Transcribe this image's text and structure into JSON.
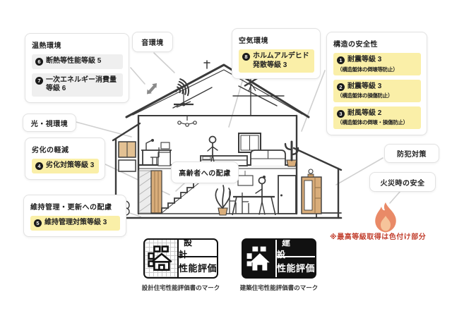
{
  "colors": {
    "highlight_yellow": "#faefa8",
    "item_gray": "#efefef",
    "tan_accent": "#d9ad7a",
    "line_dark": "#3a3a3a",
    "connector_gray": "#cfcfcf",
    "note_red": "#c2402f",
    "flame_outer": "#e98a67",
    "flame_inner": "#f6c49a"
  },
  "panels": {
    "thermal": {
      "title": "温熱環境",
      "items": [
        {
          "num": "6",
          "label": "断熱等性能等級 5"
        },
        {
          "num": "7",
          "label": "一次エネルギー消費量等級 6"
        }
      ]
    },
    "sound": {
      "title": "音環境"
    },
    "air": {
      "title": "空気環境",
      "items": [
        {
          "num": "8",
          "label": "ホルムアルデヒド発散等級 3"
        }
      ]
    },
    "structure": {
      "title": "構造の安全性",
      "items": [
        {
          "num": "1",
          "label": "耐震等級 3",
          "sub": "（構造躯体の倒壊等防止）"
        },
        {
          "num": "2",
          "label": "耐震等級 3",
          "sub": "（構造躯体の損傷防止）"
        },
        {
          "num": "3",
          "label": "耐風等級 2",
          "sub": "（構造躯体の倒壊・損傷防止）"
        }
      ]
    },
    "light": {
      "title": "光・視環境"
    },
    "deterioration": {
      "title": "劣化の軽減",
      "items": [
        {
          "num": "4",
          "label": "劣化対策等級 3"
        }
      ]
    },
    "maintenance": {
      "title": "維持管理・更新への配慮",
      "items": [
        {
          "num": "5",
          "label": "維持管理対策等級 3"
        }
      ]
    },
    "elderly": {
      "title": "高齢者への配慮"
    },
    "security": {
      "title": "防犯対策"
    },
    "fire_safety": {
      "title": "火災時の安全"
    }
  },
  "note": "※最高等級取得は色付け部分",
  "marks": {
    "design": {
      "label_top": "設 計",
      "label_bottom": "性能評価",
      "caption": "設計住宅性能評価書のマーク"
    },
    "construction": {
      "label_top": "建 設",
      "label_bottom": "性能評価",
      "caption": "建築住宅性能評価書のマーク"
    }
  }
}
